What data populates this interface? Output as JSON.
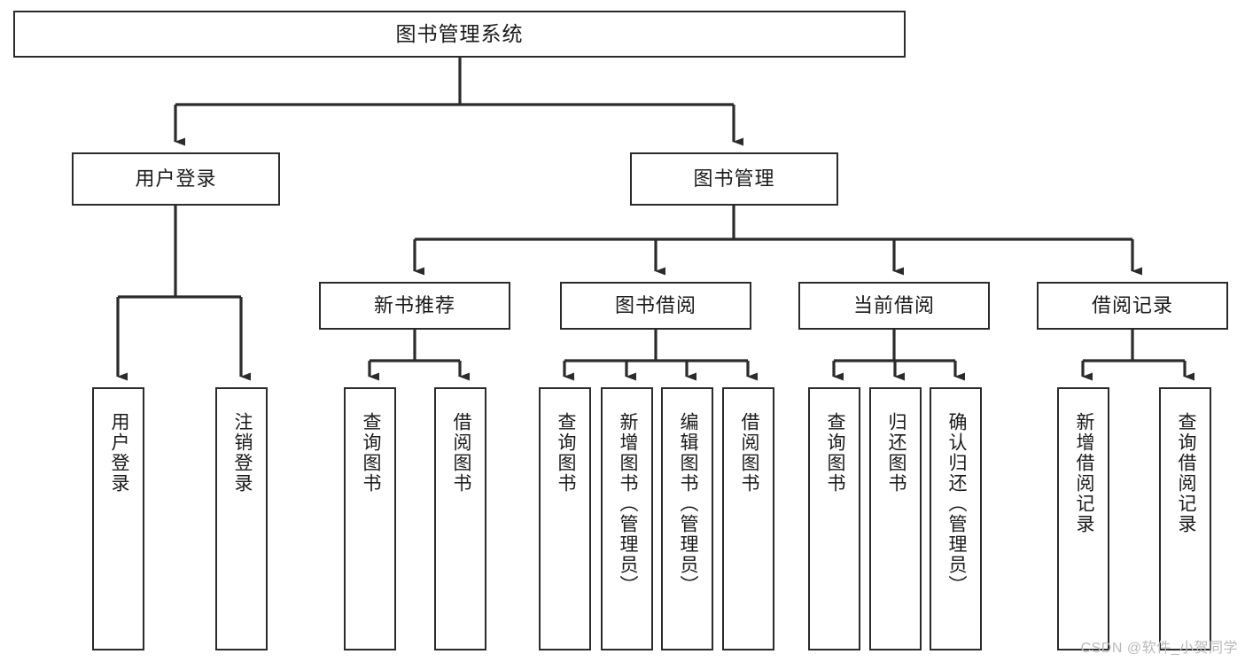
{
  "diagram": {
    "title": "图书管理系统",
    "type": "functional-structure-tree",
    "root": {
      "label": "图书管理系统"
    },
    "level2": [
      {
        "label": "用户登录"
      },
      {
        "label": "图书管理"
      }
    ],
    "level3": [
      {
        "label": "新书推荐"
      },
      {
        "label": "图书借阅"
      },
      {
        "label": "当前借阅"
      },
      {
        "label": "借阅记录"
      }
    ],
    "leaves": {
      "user_login": [
        {
          "label": "用户登录"
        },
        {
          "label": "注销登录"
        }
      ],
      "new_book_recommend": [
        {
          "label": "查询图书"
        },
        {
          "label": "借阅图书"
        }
      ],
      "book_borrow": [
        {
          "label": "查询图书"
        },
        {
          "label": "新增图书（管理员）"
        },
        {
          "label": "编辑图书（管理员）"
        },
        {
          "label": "借阅图书"
        }
      ],
      "current_borrow": [
        {
          "label": "查询图书"
        },
        {
          "label": "归还图书"
        },
        {
          "label": "确认归还（管理员）"
        }
      ],
      "borrow_record": [
        {
          "label": "新增借阅记录"
        },
        {
          "label": "查询借阅记录"
        }
      ]
    }
  },
  "watermark": {
    "text": "CSDN @软件_小贺同学"
  },
  "colors": {
    "border": "#2b2b2b",
    "background": "#ffffff",
    "text": "#1a1a1a",
    "watermark": "#b9b9b9"
  }
}
